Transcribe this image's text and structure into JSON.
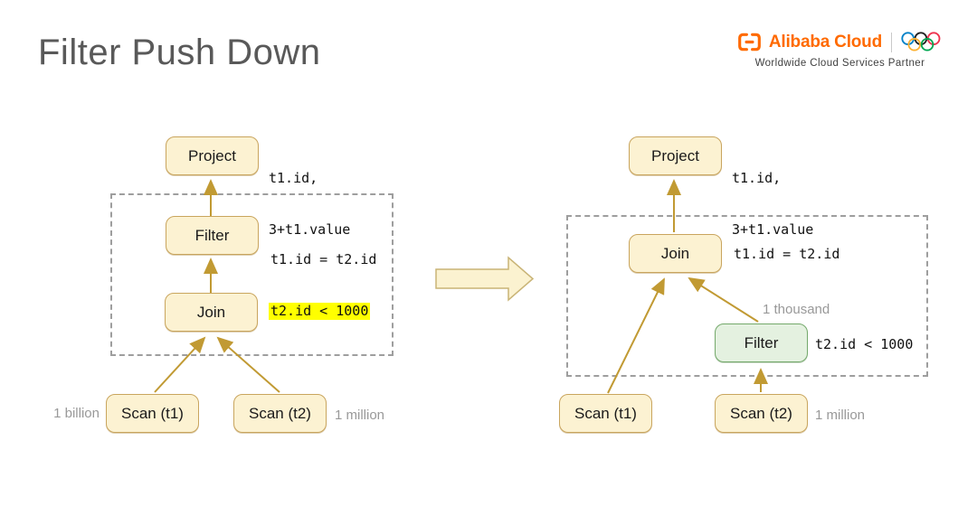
{
  "title": "Filter Push Down",
  "brand": {
    "name": "Alibaba Cloud",
    "tagline": "Worldwide Cloud Services Partner",
    "accent_color": "#FF6A00"
  },
  "colors": {
    "node_fill": "#FCF2D2",
    "node_border": "#C9A55E",
    "green_node_fill": "#E4F1E0",
    "green_node_border": "#74A96B",
    "arrow": "#C19A33",
    "highlight": "#FFFF00",
    "muted_text": "#999999",
    "title_text": "#595959",
    "olympic_rings": [
      "#0081C8",
      "#222222",
      "#EE334E",
      "#FCB131",
      "#00A651"
    ]
  },
  "left_tree": {
    "project_label": "Project",
    "project_annotation": [
      "t1.id,",
      "3+t1.value"
    ],
    "filter_label": "Filter",
    "filter_annotation_plain": "t1.id = t2.id",
    "filter_annotation_highlight": "t2.id < 1000",
    "join_label": "Join",
    "scan_t1_label": "Scan (t1)",
    "scan_t1_cardinality": "1 billion",
    "scan_t2_label": "Scan (t2)",
    "scan_t2_cardinality": "1 million"
  },
  "right_tree": {
    "project_label": "Project",
    "project_annotation": [
      "t1.id,",
      "3+t1.value"
    ],
    "join_label": "Join",
    "join_annotation": "t1.id = t2.id",
    "filter_label": "Filter",
    "filter_annotation": "t2.id < 1000",
    "filter_cardinality": "1 thousand",
    "scan_t1_label": "Scan (t1)",
    "scan_t2_label": "Scan (t2)",
    "scan_t2_cardinality": "1 million"
  }
}
